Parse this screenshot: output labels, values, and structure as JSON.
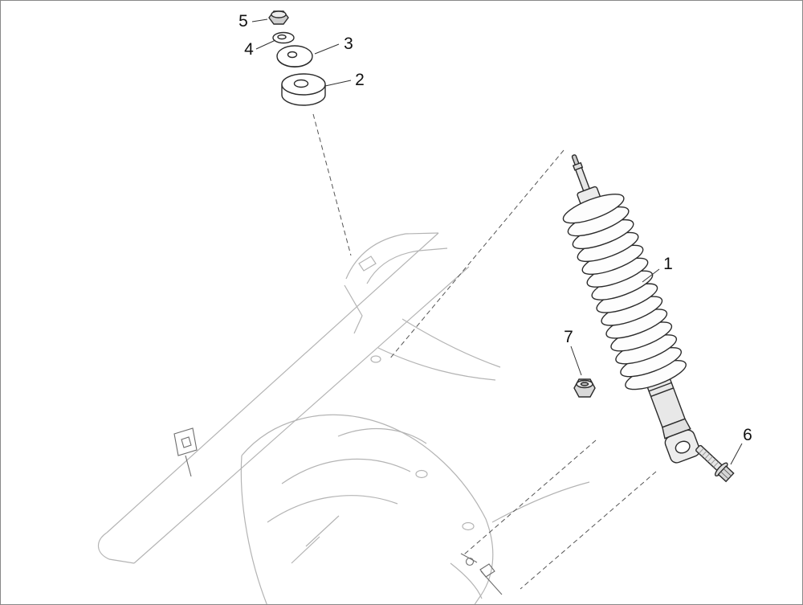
{
  "colors": {
    "background": "#ffffff",
    "page_border": "#888888",
    "part_outline": "#2b2b2b",
    "frame_outline": "#b4b4b4",
    "dashed_line": "#555555",
    "label_text": "#111111"
  },
  "diagram": {
    "callouts": [
      {
        "label": "1"
      },
      {
        "label": "2"
      },
      {
        "label": "3"
      },
      {
        "label": "4"
      },
      {
        "label": "5"
      },
      {
        "label": "6"
      },
      {
        "label": "7"
      }
    ]
  }
}
